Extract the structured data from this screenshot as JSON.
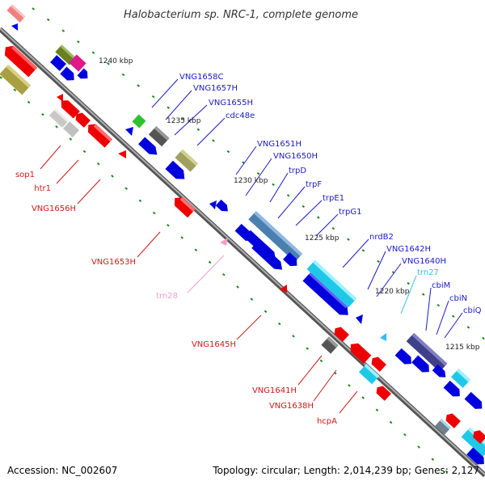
{
  "title": "Halobacterium sp. NRC-1, complete genome",
  "footer": {
    "accession": "Accession: NC_002607",
    "summary": "Topology: circular; Length: 2,014,239 bp; Genes: 2,127"
  },
  "colors": {
    "backbone": "#8a8a8a",
    "forward_label": "#1a1ac8",
    "reverse_label": "#d01818",
    "trna_label": "#f0a0c8",
    "trna_forward_label": "#30c0f0",
    "tick": "#1a8a1a"
  },
  "ticks": [
    {
      "label": "1240 kbp"
    },
    {
      "label": "1235 kbp"
    },
    {
      "label": "1230 kbp"
    },
    {
      "label": "1225 kbp"
    },
    {
      "label": "1220 kbp"
    },
    {
      "label": "1215 kbp"
    }
  ],
  "forward_labels": [
    "VNG1658C",
    "VNG1657H",
    "VNG1655H",
    "cdc48e",
    "VNG1651H",
    "VNG1650H",
    "trpD",
    "trpF",
    "trpE1",
    "trpG1",
    "nrdB2",
    "VNG1642H",
    "VNG1640H",
    "trn27",
    "cbiM",
    "cbiN",
    "cbiQ"
  ],
  "reverse_labels": [
    "sop1",
    "htr1",
    "VNG1656H",
    "VNG1653H",
    "trn28",
    "VNG1645H",
    "VNG1641H",
    "VNG1638H",
    "hcpA"
  ]
}
